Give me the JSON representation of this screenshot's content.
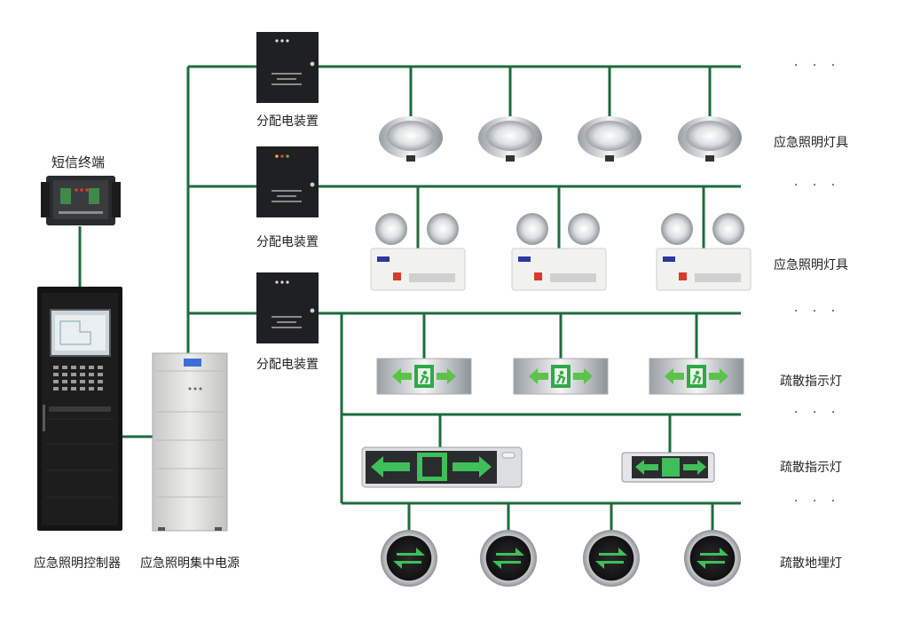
{
  "sms_terminal": {
    "label": "短信终端"
  },
  "controller": {
    "label": "应急照明控制器"
  },
  "power_supply": {
    "label": "应急照明集中电源"
  },
  "distribution_boxes": [
    {
      "label": "分配电装置"
    },
    {
      "label": "分配电装置"
    },
    {
      "label": "分配电装置"
    }
  ],
  "rows": [
    {
      "label": "应急照明灯具",
      "device": "downlight",
      "count": 4
    },
    {
      "label": "应急照明灯具",
      "device": "twin-spot",
      "count": 3
    },
    {
      "label": "疏散指示灯",
      "device": "exit-sign",
      "count": 3
    },
    {
      "label": "疏散指示灯",
      "device": "exit-sign-large",
      "count": 2
    },
    {
      "label": "疏散地埋灯",
      "device": "floor-light",
      "count": 4
    }
  ],
  "continuation": "· · ·",
  "colors": {
    "wire": "#1e6b3e",
    "sign_green": "#2fa84a",
    "panel_dark": "#222222"
  }
}
